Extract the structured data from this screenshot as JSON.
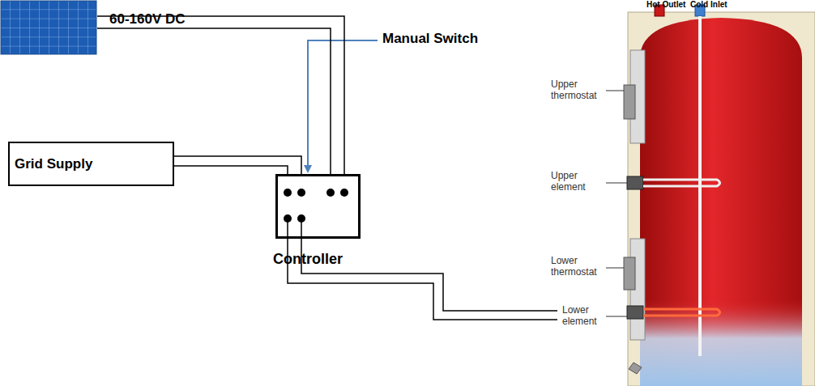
{
  "diagram": {
    "nodes": [
      {
        "text": [
          "60-160V DC"
        ]
      },
      {
        "text": [
          "Grid Supply"
        ]
      },
      {
        "text": [
          "Controller"
        ]
      }
    ],
    "edges": [
      {
        "from": 0,
        "to": 2,
        "arrow": "none"
      },
      {
        "from": 1,
        "to": 2,
        "arrow": "none"
      }
    ],
    "labels": [
      "Manual Switch",
      "Hot Outlet",
      "Cold Inlet",
      "Upper thermostat",
      "Upper element",
      "Lower thermostat",
      "Lower element"
    ]
  }
}
